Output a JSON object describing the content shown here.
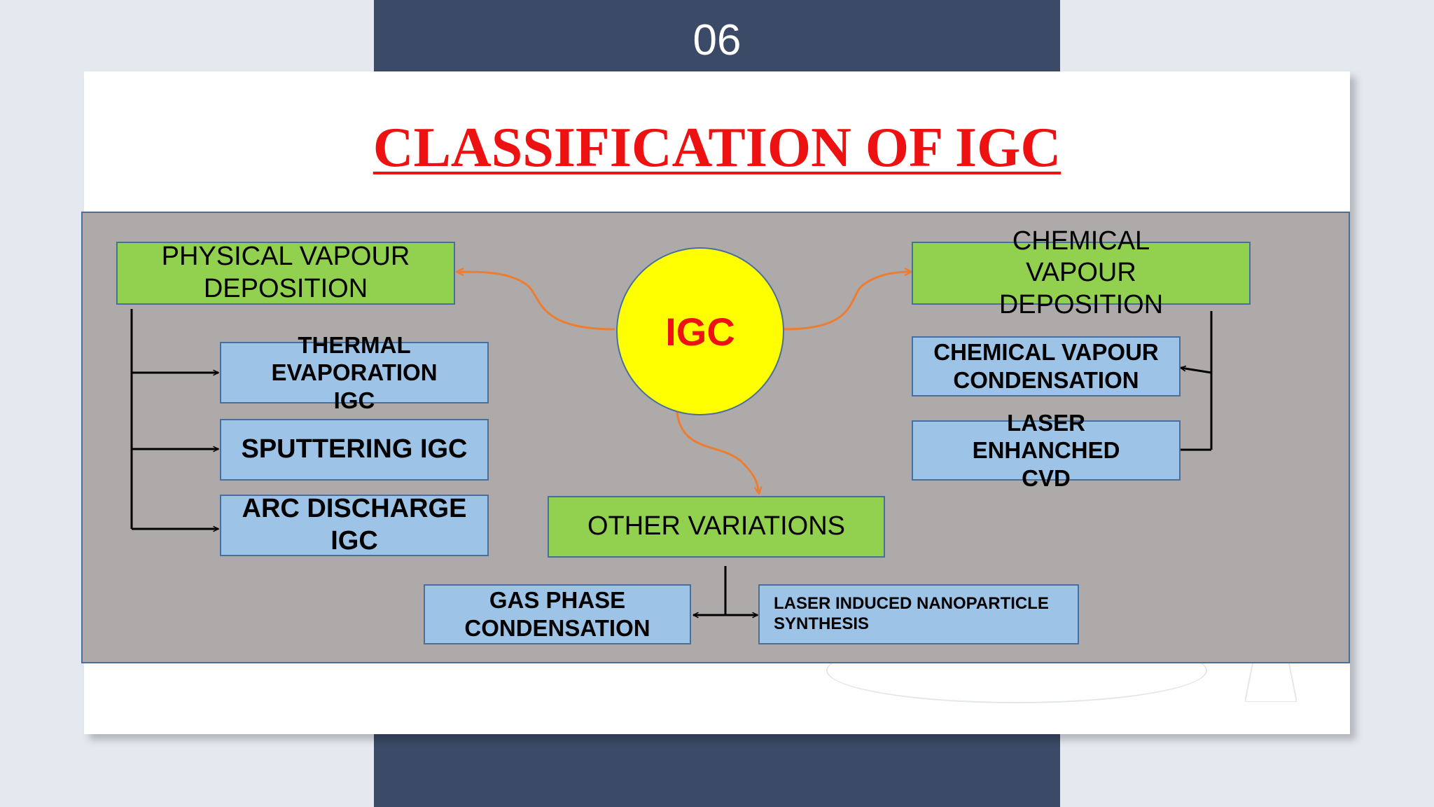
{
  "slide_number": "06",
  "title": "CLASSIFICATION OF IGC",
  "center": {
    "label": "IGC"
  },
  "pvd": {
    "label": "PHYSICAL VAPOUR DEPOSITION",
    "items": [
      "THERMAL EVAPORATION IGC",
      "SPUTTERING IGC",
      "ARC DISCHARGE IGC"
    ]
  },
  "cvd": {
    "label": "CHEMICAL VAPOUR DEPOSITION",
    "items": [
      "CHEMICAL VAPOUR CONDENSATION",
      "LASER ENHANCHED CVD"
    ]
  },
  "other": {
    "label": "OTHER VARIATIONS",
    "items": [
      "GAS PHASE CONDENSATION",
      "LASER INDUCED NANOPARTICLE SYNTHESIS"
    ]
  },
  "colors": {
    "title": "#ee1111",
    "green_box": "#92d050",
    "blue_box": "#9dc3e6",
    "center_circle": "#ffff00",
    "panel": "#aeaaaa",
    "orange_arrow": "#ed7d31",
    "dark_band": "#3b4a66"
  }
}
